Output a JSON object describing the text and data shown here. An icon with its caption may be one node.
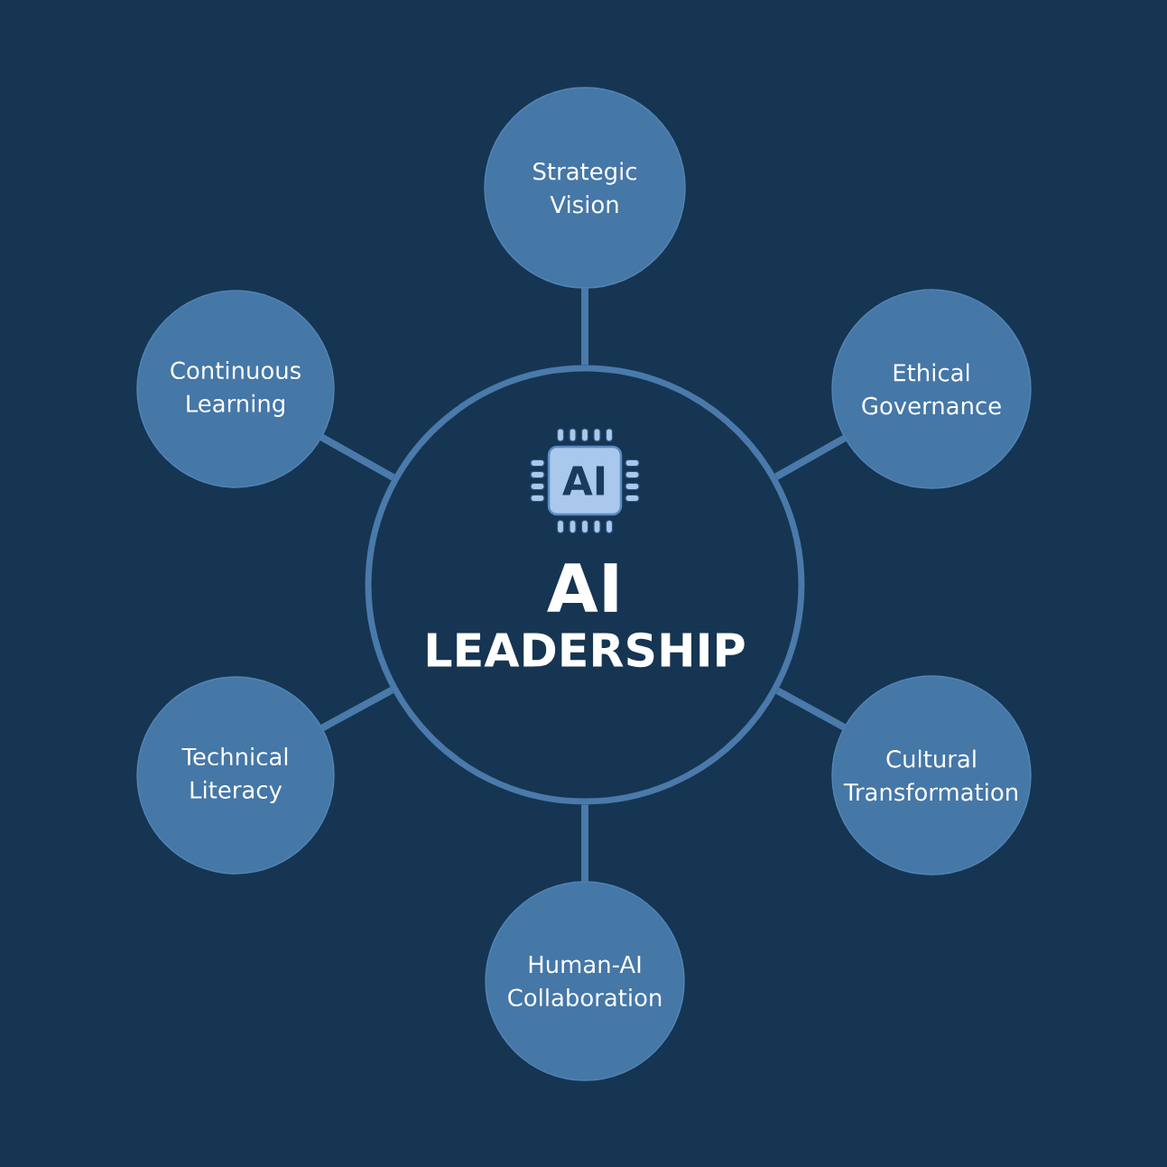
{
  "diagram": {
    "nodes": [
      {
        "text": [
          "Strategic Vision"
        ]
      },
      {
        "text": [
          "Continuous Learning"
        ]
      },
      {
        "text": [
          "Ethical Governance"
        ]
      },
      {
        "text": [
          "AI",
          "LEADERSHIP"
        ]
      },
      {
        "text": [
          "AI"
        ],
        "in": 3
      },
      {
        "text": [
          "Technical Literacy"
        ]
      },
      {
        "text": [
          "Cultural Transformation"
        ]
      },
      {
        "text": [
          "Human-AI Collaboration"
        ]
      }
    ],
    "edges": [
      {
        "from": 3,
        "to": 0,
        "arrow": "none"
      },
      {
        "from": 3,
        "to": 1,
        "arrow": "none"
      },
      {
        "from": 3,
        "to": 2,
        "arrow": "none"
      },
      {
        "from": 3,
        "to": 5,
        "arrow": "none"
      },
      {
        "from": 3,
        "to": 6,
        "arrow": "none"
      },
      {
        "from": 3,
        "to": 7,
        "arrow": "none"
      }
    ]
  }
}
